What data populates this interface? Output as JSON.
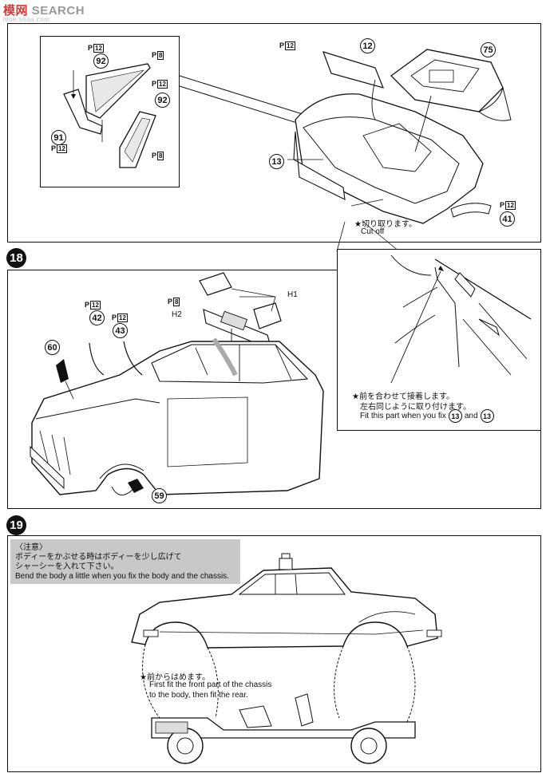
{
  "watermark": {
    "brand": "SEARCH",
    "sub": "moe.shou.com"
  },
  "step17": {
    "callouts": {
      "ph12_a": "P",
      "ph12_a_sq": "12",
      "ph8_a": "P",
      "ph8_a_sq": "8",
      "ph12_b": "P",
      "ph12_b_sq": "12",
      "ph8_b": "P",
      "ph8_b_sq": "8",
      "ph12_c": "P",
      "ph12_c_sq": "12",
      "ph12_d": "P",
      "ph12_d_sq": "12",
      "ph12_e": "P",
      "ph12_e_sq": "12"
    },
    "parts": {
      "p92a": "92",
      "p92b": "92",
      "p91": "91",
      "p12": "12",
      "p75": "75",
      "p13": "13",
      "p41": "41"
    },
    "cut_jp": "★切り取ります。",
    "cut_en": "Cut off"
  },
  "step18": {
    "number": "18",
    "callouts": {
      "ph12_a": "P",
      "ph12_a_sq": "12",
      "ph12_b": "P",
      "ph12_b_sq": "12",
      "ph8": "P",
      "ph8_sq": "8"
    },
    "parts": {
      "p42": "42",
      "p43": "43",
      "p60": "60",
      "p59": "59"
    },
    "h1": "H1",
    "h2": "H2",
    "detail_jp1": "★前を合わせて接着します。",
    "detail_jp2": "左右同じように取り付けます。",
    "detail_en": "Fit this part when you fix",
    "detail_p13a": "13",
    "detail_and": "and",
    "detail_p13b": "13"
  },
  "step19": {
    "number": "19",
    "note_title": "〈注意〉",
    "note_jp1": "ボディーをかぶせる時はボディーを少し広げて",
    "note_jp2": "シャーシーを入れて下さい。",
    "note_en": "Bend the body a little when you fix the body and the chassis.",
    "front_jp": "★前からはめます。",
    "front_en1": "First fit the front part of the chassis",
    "front_en2": "to the body, then fit the rear."
  }
}
